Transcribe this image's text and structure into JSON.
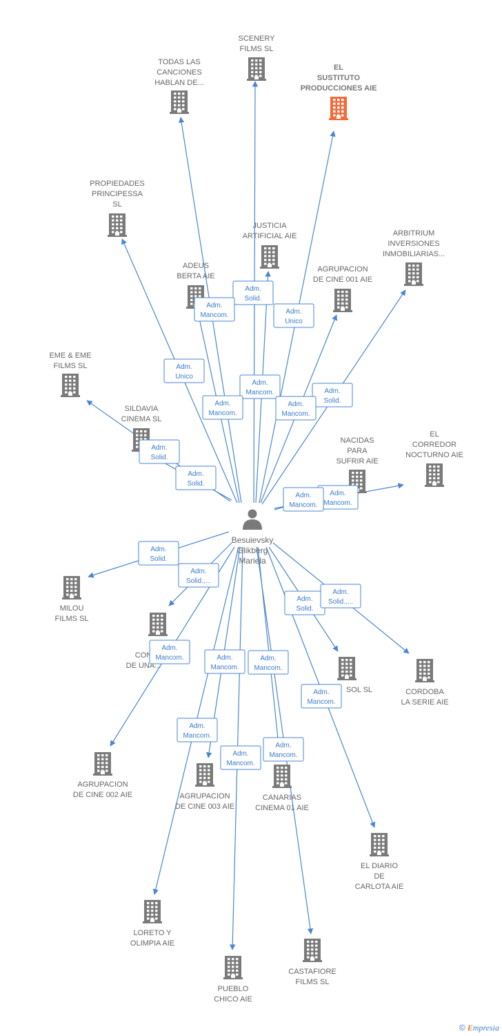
{
  "center": {
    "id": "center",
    "label_lines": [
      "Besuievsky",
      "Glikberg",
      "Mariela"
    ]
  },
  "nodes": [
    {
      "id": "scenery",
      "label_lines": [
        "SCENERY",
        "FILMS  SL"
      ],
      "highlight": false
    },
    {
      "id": "todas",
      "label_lines": [
        "TODAS LAS",
        "CANCIONES",
        "HABLAN DE..."
      ],
      "highlight": false
    },
    {
      "id": "sustituto",
      "label_lines": [
        "EL",
        "SUSTITUTO",
        "PRODUCCIONES AIE"
      ],
      "highlight": true
    },
    {
      "id": "propiedades",
      "label_lines": [
        "PROPIEDADES",
        "PRINCIPESSA",
        "SL"
      ],
      "highlight": false
    },
    {
      "id": "justicia",
      "label_lines": [
        "JUSTICIA",
        "ARTIFICIAL  AIE"
      ],
      "highlight": false
    },
    {
      "id": "arbitrium",
      "label_lines": [
        "ARBITRIUM",
        "INVERSIONES",
        "INMOBILIARIAS..."
      ],
      "highlight": false
    },
    {
      "id": "adeus",
      "label_lines": [
        "ADEUS",
        "BERTA  AIE"
      ],
      "highlight": false
    },
    {
      "id": "agrupacion001",
      "label_lines": [
        "AGRUPACION",
        "DE CINE 001 AIE"
      ],
      "highlight": false
    },
    {
      "id": "eme",
      "label_lines": [
        "EME & EME",
        "FILMS  SL"
      ],
      "highlight": false
    },
    {
      "id": "sildavia",
      "label_lines": [
        "SILDAVIA",
        "CINEMA  SL"
      ],
      "highlight": false
    },
    {
      "id": "nacidas",
      "label_lines": [
        "NACIDAS",
        "PARA",
        "SUFRIR AIE"
      ],
      "highlight": false
    },
    {
      "id": "corredor",
      "label_lines": [
        "EL",
        "CORREDOR",
        "NOCTURNO AIE"
      ],
      "highlight": false
    },
    {
      "id": "milou",
      "label_lines": [
        "MILOU",
        "FILMS SL"
      ],
      "highlight": false
    },
    {
      "id": "conuna",
      "label_lines": [
        "CON",
        "DE UNA..."
      ],
      "highlight": false
    },
    {
      "id": "sol",
      "label_lines": [
        "SOL  SL"
      ],
      "highlight": false
    },
    {
      "id": "cordoba",
      "label_lines": [
        "CORDOBA",
        "LA SERIE AIE"
      ],
      "highlight": false
    },
    {
      "id": "agrupacion002",
      "label_lines": [
        "AGRUPACION",
        "DE CINE 002 AIE"
      ],
      "highlight": false
    },
    {
      "id": "agrupacion003",
      "label_lines": [
        "AGRUPACION",
        "DE CINE 003 AIE"
      ],
      "highlight": false
    },
    {
      "id": "canarias",
      "label_lines": [
        "CANARIAS",
        "CINEMA 01 AIE"
      ],
      "highlight": false
    },
    {
      "id": "diario",
      "label_lines": [
        "EL DIARIO",
        "DE",
        "CARLOTA AIE"
      ],
      "highlight": false
    },
    {
      "id": "loreto",
      "label_lines": [
        "LORETO Y",
        "OLIMPIA AIE"
      ],
      "highlight": false
    },
    {
      "id": "pueblo",
      "label_lines": [
        "PUEBLO",
        "CHICO  AIE"
      ],
      "highlight": false
    },
    {
      "id": "castafiore",
      "label_lines": [
        "CASTAFIORE",
        "FILMS SL"
      ],
      "highlight": false
    }
  ],
  "edges": [
    {
      "to": "scenery",
      "role_lines": [
        "Adm.",
        "Solid."
      ]
    },
    {
      "to": "todas",
      "role_lines": [
        "Adm.",
        "Mancom."
      ]
    },
    {
      "to": "sustituto",
      "role_lines": [
        "Adm.",
        "Unico"
      ]
    },
    {
      "to": "propiedades",
      "role_lines": [
        "Adm.",
        "Unico"
      ]
    },
    {
      "to": "justicia",
      "role_lines": [
        "Adm.",
        "Mancom."
      ]
    },
    {
      "to": "arbitrium",
      "role_lines": [
        "Adm.",
        "Solid."
      ]
    },
    {
      "to": "adeus",
      "role_lines": [
        "Adm.",
        "Mancom."
      ]
    },
    {
      "to": "agrupacion001",
      "role_lines": [
        "Adm.",
        "Mancom."
      ]
    },
    {
      "to": "eme",
      "role_lines": [
        "Adm.",
        "Solid."
      ]
    },
    {
      "to": "sildavia",
      "role_lines": [
        "Adm.",
        "Solid."
      ]
    },
    {
      "to": "nacidas",
      "role_lines": [
        "Adm.",
        "Mancom."
      ]
    },
    {
      "to": "corredor",
      "role_lines": [
        "Adm.",
        "Mancom."
      ]
    },
    {
      "to": "milou",
      "role_lines": [
        "Adm.",
        "Solid."
      ]
    },
    {
      "to": "conuna",
      "role_lines": [
        "Adm.",
        "Solid.,..."
      ]
    },
    {
      "to": "sol",
      "role_lines": [
        "Adm.",
        "Solid."
      ]
    },
    {
      "to": "cordoba",
      "role_lines": [
        "Adm.",
        "Solid.,..."
      ]
    },
    {
      "to": "agrupacion002",
      "role_lines": [
        "Adm.",
        "Mancom."
      ]
    },
    {
      "to": "agrupacion003",
      "role_lines": [
        "Adm.",
        "Mancom."
      ]
    },
    {
      "to": "canarias",
      "role_lines": [
        "Adm.",
        "Mancom."
      ]
    },
    {
      "to": "diario",
      "role_lines": [
        "Adm.",
        "Mancom."
      ]
    },
    {
      "to": "loreto",
      "role_lines": [
        "Adm.",
        "Mancom."
      ]
    },
    {
      "to": "pueblo",
      "role_lines": [
        "Adm.",
        "Mancom."
      ]
    },
    {
      "to": "castafiore",
      "role_lines": [
        "Adm.",
        "Mancom."
      ]
    }
  ],
  "colors": {
    "edge": "#4a86d0",
    "building": "#7a7a7a",
    "building_highlight": "#f26b3a",
    "person": "#7a7a7a"
  },
  "footer": {
    "copyright": "©",
    "brand_initial": "E",
    "brand_rest": "mpresia"
  }
}
